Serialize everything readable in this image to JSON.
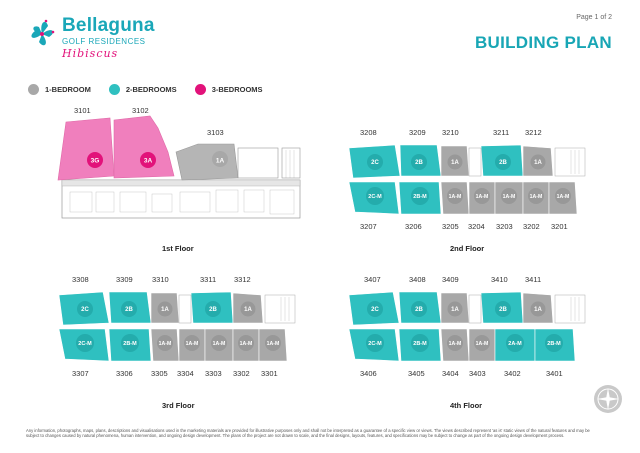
{
  "brand": {
    "name": "Bellaguna",
    "subtitle": "GOLF RESIDENCES",
    "script": "Hibiscus"
  },
  "page": {
    "number": "Page 1 of 2",
    "title": "BUILDING PLAN"
  },
  "colors": {
    "one_bed": "#a8a8a8",
    "two_bed": "#2fc0c0",
    "three_bed": "#e2127a",
    "three_bed_fill": "#f07fbd"
  },
  "legend": [
    {
      "label": "1-BEDROOM",
      "color": "#a8a8a8"
    },
    {
      "label": "2-BEDROOMS",
      "color": "#2fc0c0"
    },
    {
      "label": "3-BEDROOMS",
      "color": "#e2127a"
    }
  ],
  "floors": {
    "first": {
      "label": "1st Floor",
      "top_numbers": [
        "3101",
        "3102",
        "3103"
      ],
      "units": [
        "3G",
        "3A",
        "1A"
      ]
    },
    "second": {
      "label": "2nd Floor",
      "top_numbers": [
        "3208",
        "3209",
        "3210",
        "3211",
        "3212"
      ],
      "bottom_numbers": [
        "3207",
        "3206",
        "3205",
        "3204",
        "3203",
        "3202",
        "3201"
      ],
      "top_units": [
        "2C",
        "2B",
        "1A",
        "2B",
        "1A"
      ],
      "bottom_units": [
        "2C-M",
        "2B-M",
        "1A-M",
        "1A-M",
        "1A-M",
        "1A-M",
        "1A-M"
      ]
    },
    "third": {
      "label": "3rd Floor",
      "top_numbers": [
        "3308",
        "3309",
        "3310",
        "3311",
        "3312"
      ],
      "bottom_numbers": [
        "3307",
        "3306",
        "3305",
        "3304",
        "3303",
        "3302",
        "3301"
      ],
      "top_units": [
        "2C",
        "2B",
        "1A",
        "2B",
        "1A"
      ],
      "bottom_units": [
        "2C-M",
        "2B-M",
        "1A-M",
        "1A-M",
        "1A-M",
        "1A-M",
        "1A-M"
      ]
    },
    "fourth": {
      "label": "4th Floor",
      "top_numbers": [
        "3407",
        "3408",
        "3409",
        "3410",
        "3411"
      ],
      "bottom_numbers": [
        "3406",
        "3405",
        "3404",
        "3403",
        "3402",
        "3401"
      ],
      "top_units": [
        "2C",
        "2B",
        "1A",
        "2B",
        "1A"
      ],
      "bottom_units": [
        "2C-M",
        "2B-M",
        "1A-M",
        "1A-M",
        "2A-M",
        "2B-M"
      ]
    }
  },
  "disclaimer": "Any information, photographs, maps, plans, descriptions and visualisations used in the marketing materials are provided for illustrative purposes only and shall not be interpreted as a guarantee of a specific view or views. The views described represent 'as is' static views of the natural features and may be subject to changes caused by natural phenomena, human intervention, and ongoing design development. The plans of the project are not drawn to scale, and the final designs, layouts, features, and specifications may be subject to change as part of the ongoing design development process."
}
